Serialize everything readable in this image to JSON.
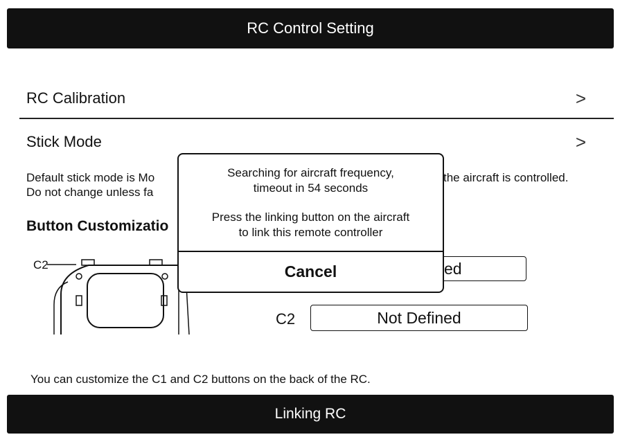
{
  "header": {
    "title": "RC Control Setting"
  },
  "rows": {
    "rc_calibration": "RC Calibration",
    "stick_mode": "Stick Mode",
    "chevron": ">"
  },
  "stick_mode_desc": {
    "line1": "Default stick mode is Mo",
    "line1_right": "the aircraft is controlled.",
    "line2": "Do not change unless fa"
  },
  "button_customization": {
    "title": "Button Customizatio",
    "c1_value_visible": "ed",
    "c2_label": "C2",
    "c2_value": "Not Defined",
    "illustration_label": "C2"
  },
  "note": "You can customize the C1 and C2 buttons on the back of the RC.",
  "bottom_bar": {
    "title": "Linking RC"
  },
  "dialog": {
    "title_line1": "Searching for aircraft frequency,",
    "title_line2": "timeout in 54 seconds",
    "body_line1": "Press the linking button on the aircraft",
    "body_line2": "to link this remote controller",
    "cancel_label": "Cancel"
  }
}
